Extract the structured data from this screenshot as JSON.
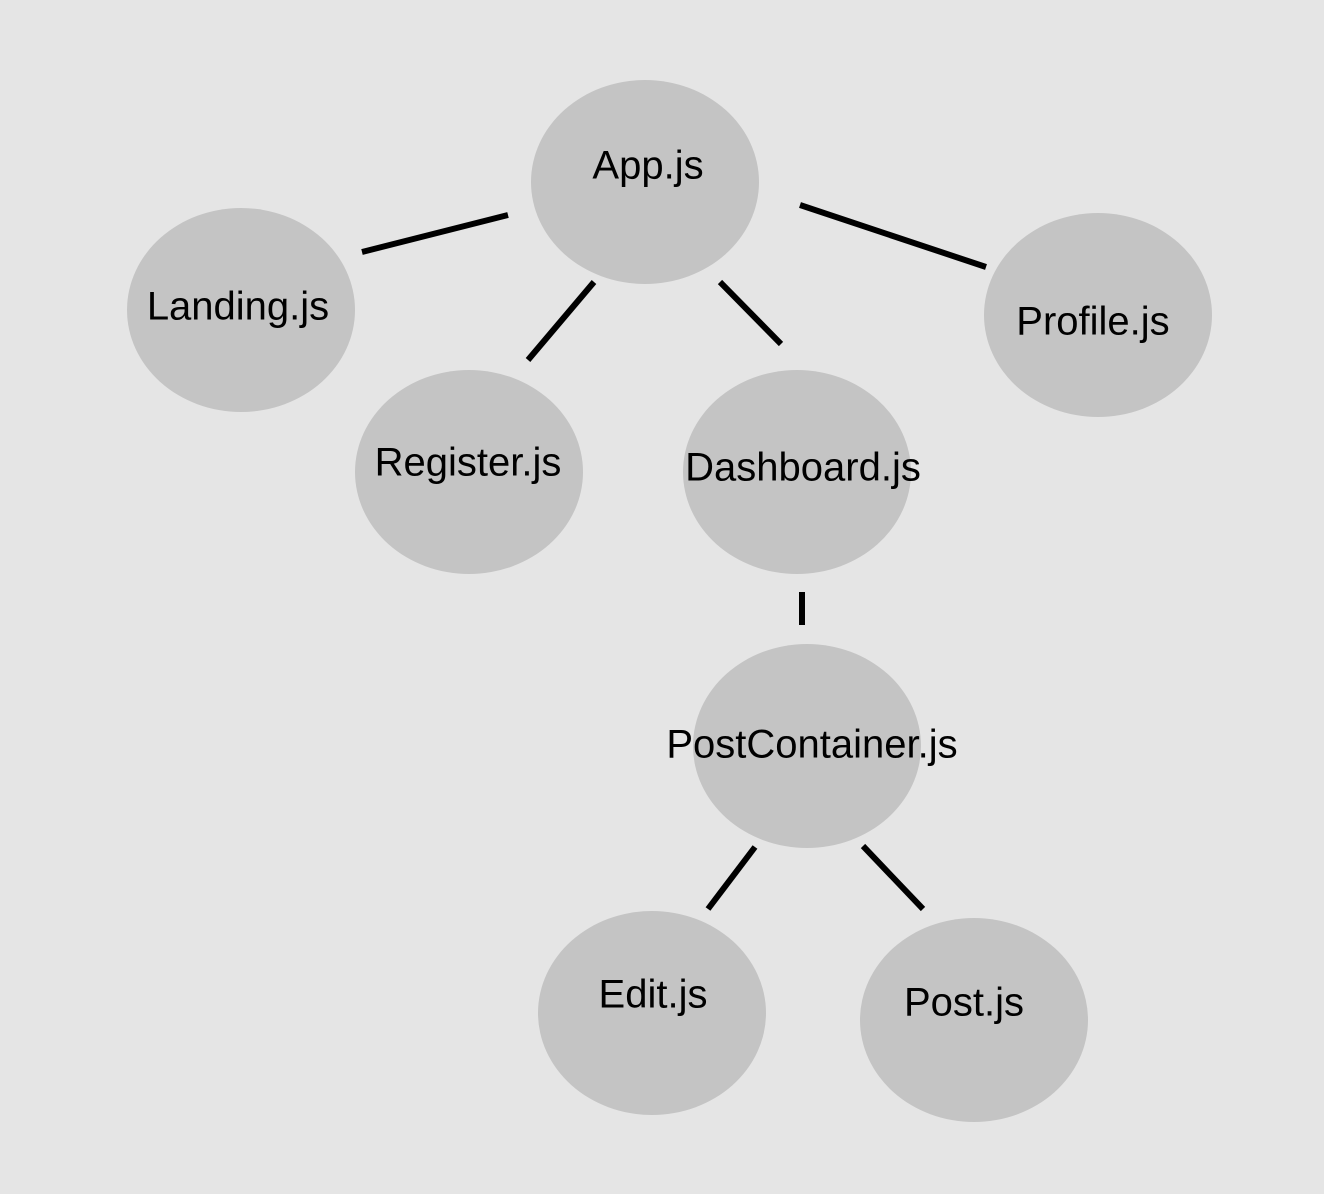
{
  "colors": {
    "background": "#e5e5e5",
    "node_fill": "#c4c4c4",
    "edge": "#000000",
    "text": "#000000"
  },
  "nodes": [
    {
      "id": "app",
      "label": "App.js"
    },
    {
      "id": "landing",
      "label": "Landing.js"
    },
    {
      "id": "register",
      "label": "Register.js"
    },
    {
      "id": "dashboard",
      "label": "Dashboard.js"
    },
    {
      "id": "profile",
      "label": "Profile.js"
    },
    {
      "id": "postcontainer",
      "label": "PostContainer.js"
    },
    {
      "id": "edit",
      "label": "Edit.js"
    },
    {
      "id": "post",
      "label": "Post.js"
    }
  ],
  "edges": [
    {
      "from": "app",
      "to": "landing"
    },
    {
      "from": "app",
      "to": "register"
    },
    {
      "from": "app",
      "to": "dashboard"
    },
    {
      "from": "app",
      "to": "profile"
    },
    {
      "from": "dashboard",
      "to": "postcontainer"
    },
    {
      "from": "postcontainer",
      "to": "edit"
    },
    {
      "from": "postcontainer",
      "to": "post"
    }
  ]
}
